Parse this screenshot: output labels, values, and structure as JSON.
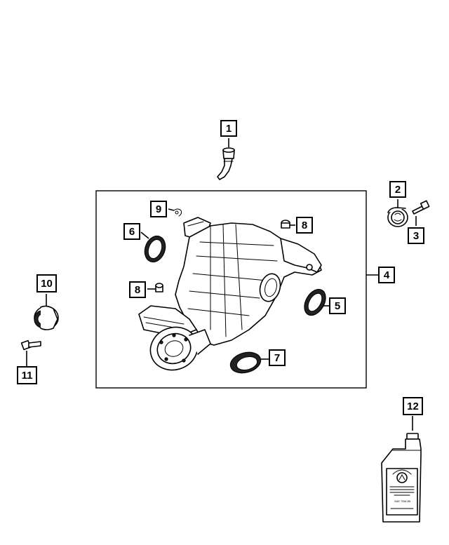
{
  "diagram": {
    "callouts": [
      {
        "id": "1",
        "label": "1"
      },
      {
        "id": "2",
        "label": "2"
      },
      {
        "id": "3",
        "label": "3"
      },
      {
        "id": "4",
        "label": "4"
      },
      {
        "id": "5",
        "label": "5"
      },
      {
        "id": "6",
        "label": "6"
      },
      {
        "id": "7",
        "label": "7"
      },
      {
        "id": "8a",
        "label": "8"
      },
      {
        "id": "8b",
        "label": "8"
      },
      {
        "id": "9",
        "label": "9"
      },
      {
        "id": "10",
        "label": "10"
      },
      {
        "id": "11",
        "label": "11"
      },
      {
        "id": "12",
        "label": "12"
      }
    ],
    "oil_bottle": {
      "label_lines": [
        "SAE 75W-85"
      ]
    }
  }
}
